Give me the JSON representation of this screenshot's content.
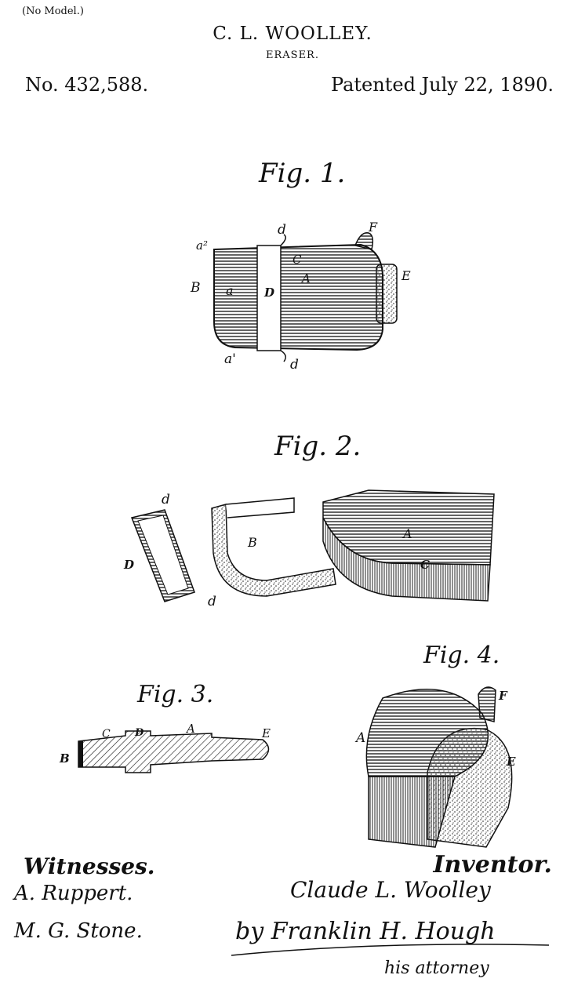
{
  "header": {
    "model_note": "(No Model.)",
    "inventor_name": "C. L. WOOLLEY.",
    "title": "ERASER.",
    "patent_number": "No. 432,588.",
    "patent_date": "Patented July 22, 1890."
  },
  "figures": {
    "fig1": {
      "title": "Fig. 1.",
      "labels": {
        "a2": "a²",
        "B": "B",
        "a": "a",
        "D": "D",
        "A": "A",
        "C": "C",
        "d_top": "d",
        "d_bottom": "d",
        "F": "F",
        "E": "E",
        "a1": "a'"
      }
    },
    "fig2": {
      "title": "Fig. 2.",
      "labels": {
        "d_top": "d",
        "D": "D",
        "d_bottom": "d",
        "B": "B",
        "A": "A",
        "C": "C"
      }
    },
    "fig3": {
      "title": "Fig. 3.",
      "labels": {
        "B": "B",
        "C": "C",
        "D": "D",
        "A": "A",
        "E": "E"
      }
    },
    "fig4": {
      "title": "Fig. 4.",
      "labels": {
        "F": "F",
        "A": "A",
        "E": "E"
      }
    }
  },
  "footer": {
    "witnesses_heading": "Witnesses.",
    "witnesses": [
      "A. Ruppert.",
      "M. G. Stone."
    ],
    "inventor_heading": "Inventor.",
    "inventor_signature": "Claude L. Woolley",
    "attorney_signature": "by Franklin H. Hough",
    "attorney_note": "his attorney"
  }
}
